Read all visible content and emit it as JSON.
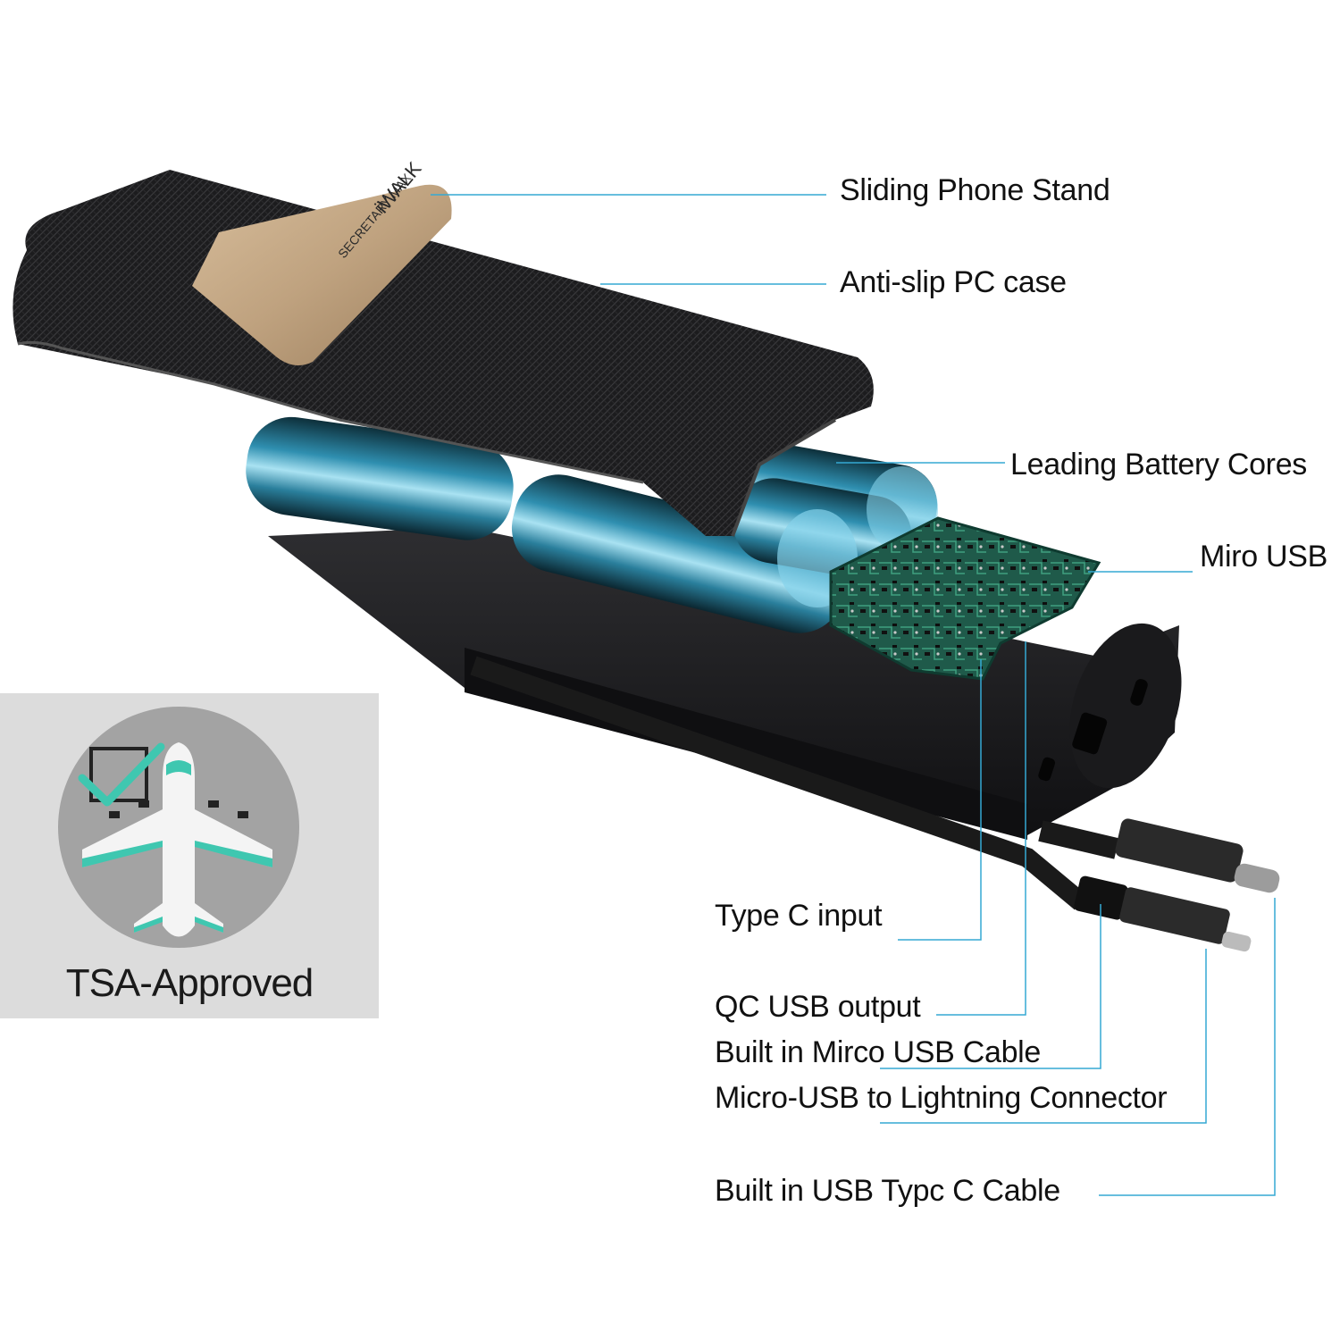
{
  "product": {
    "brand_text": "iWALK",
    "model_text": "SECRETARY MAX"
  },
  "colors": {
    "leader_line": "#35a9d4",
    "case_black": "#1c1c1e",
    "stand_gold": "#bfa27f",
    "battery_blue": "#1e6f8a",
    "pcb_green": "#1f5a4a",
    "tsa_panel_bg": "#dcdcdc",
    "plane_teal": "#3fc7b0"
  },
  "callouts": [
    {
      "id": "sliding-phone-stand",
      "text": "Sliding Phone Stand"
    },
    {
      "id": "anti-slip-pc-case",
      "text": "Anti-slip PC case"
    },
    {
      "id": "leading-battery-cores",
      "text": "Leading Battery Cores"
    },
    {
      "id": "miro-usb",
      "text": "Miro USB"
    },
    {
      "id": "type-c-input",
      "text": "Type C input"
    },
    {
      "id": "qc-usb-output",
      "text": "QC USB output"
    },
    {
      "id": "built-in-mirco-usb-cable",
      "text": "Built in Mirco USB Cable"
    },
    {
      "id": "micro-usb-to-lightning",
      "text": "Micro-USB to Lightning Connector"
    },
    {
      "id": "built-in-usb-typc-c-cable",
      "text": "Built in USB Typc C Cable"
    }
  ],
  "tsa_badge": {
    "text": "TSA-Approved",
    "icon": "airplane-checkbox-icon"
  }
}
